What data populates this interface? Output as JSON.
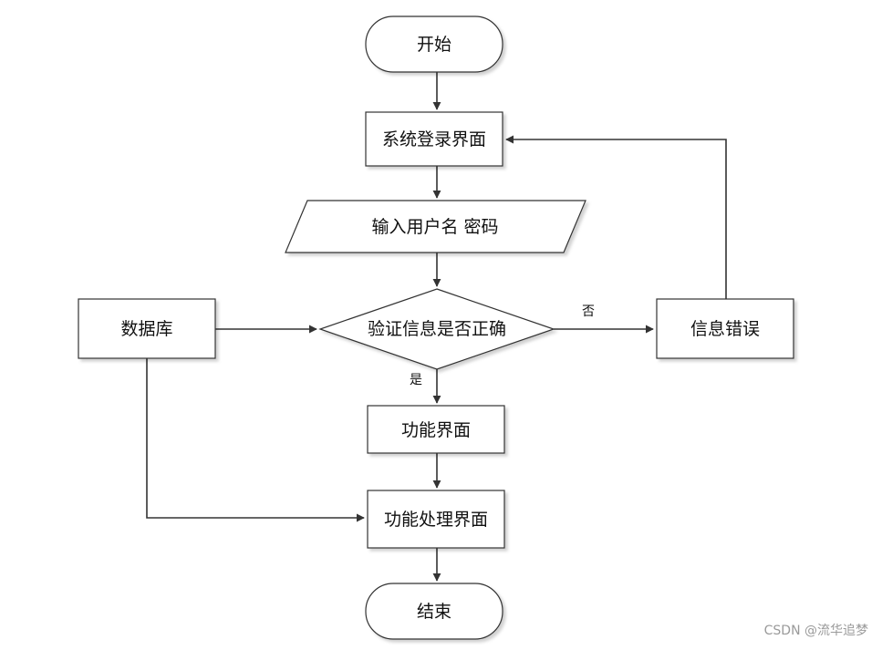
{
  "diagram": {
    "nodes": {
      "start": {
        "label": "开始",
        "shape": "terminator"
      },
      "login": {
        "label": "系统登录界面",
        "shape": "process"
      },
      "input": {
        "label": "输入用户名 密码",
        "shape": "data"
      },
      "verify": {
        "label": "验证信息是否正确",
        "shape": "decision"
      },
      "database": {
        "label": "数据库",
        "shape": "process"
      },
      "error": {
        "label": "信息错误",
        "shape": "process"
      },
      "function": {
        "label": "功能界面",
        "shape": "process"
      },
      "processing": {
        "label": "功能处理界面",
        "shape": "process"
      },
      "end": {
        "label": "结束",
        "shape": "terminator"
      }
    },
    "edges": [
      {
        "from": "start",
        "to": "login",
        "label": ""
      },
      {
        "from": "login",
        "to": "input",
        "label": ""
      },
      {
        "from": "input",
        "to": "verify",
        "label": ""
      },
      {
        "from": "database",
        "to": "verify",
        "label": ""
      },
      {
        "from": "verify",
        "to": "error",
        "label": "否"
      },
      {
        "from": "error",
        "to": "login",
        "label": ""
      },
      {
        "from": "verify",
        "to": "function",
        "label": "是"
      },
      {
        "from": "function",
        "to": "processing",
        "label": ""
      },
      {
        "from": "database",
        "to": "processing",
        "label": ""
      },
      {
        "from": "processing",
        "to": "end",
        "label": ""
      }
    ]
  },
  "watermark": "CSDN @流华追梦"
}
